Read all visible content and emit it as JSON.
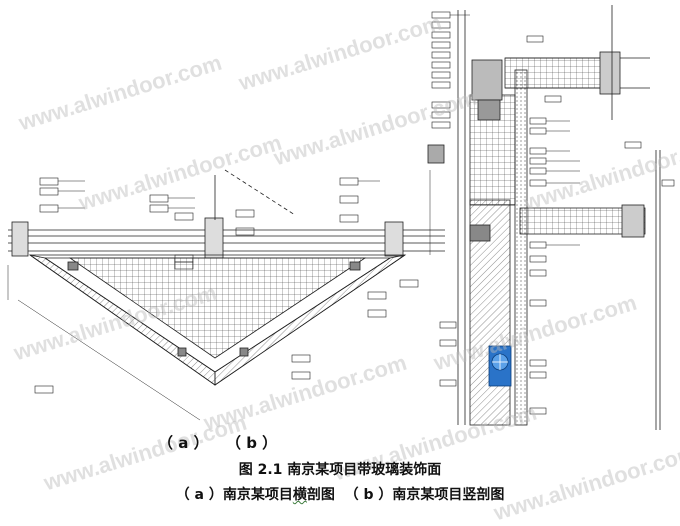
{
  "watermark": "www.alwindoor.com",
  "labels": {
    "a": "（ a ）",
    "b": "（ b ）"
  },
  "caption": {
    "title": "图 2.1 南京某项目带玻璃装饰面",
    "sub_a_prefix": "（ a ）南京某项目",
    "sub_a_mark": "横",
    "sub_a_suffix": "剖图",
    "sub_b": "（ b ）南京某项目竖剖图"
  },
  "colors": {
    "line": "#222222",
    "accent": "#2a73c8",
    "hatch": "#555555"
  }
}
